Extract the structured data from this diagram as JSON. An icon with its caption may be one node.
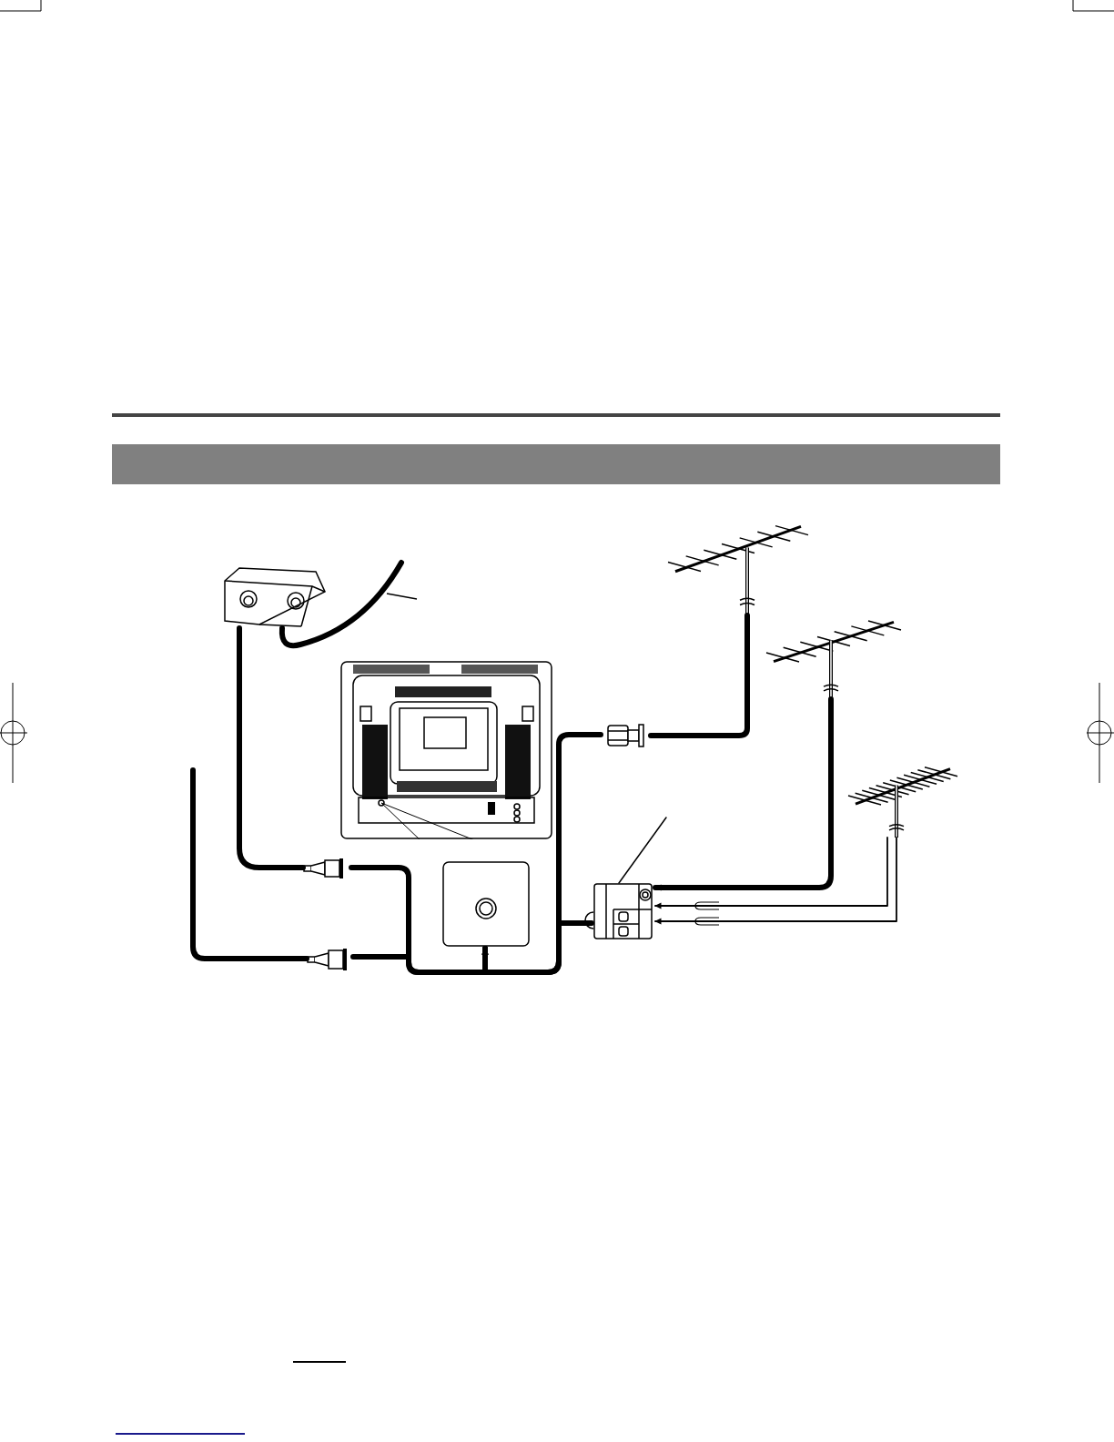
{
  "diagram": {
    "nodes": [
      {
        "text": [],
        "shape": "box"
      },
      {
        "text": [],
        "shape": "picture"
      },
      {
        "text": [],
        "shape": "box"
      },
      {
        "text": [],
        "shape": "picture"
      },
      {
        "text": [],
        "shape": "picture"
      },
      {
        "text": [],
        "shape": "picture"
      },
      {
        "text": [],
        "shape": "box"
      },
      {
        "text": [],
        "shape": "picture"
      },
      {
        "text": [],
        "shape": "picture"
      },
      {
        "text": [],
        "shape": "picture"
      },
      {
        "text": [],
        "shape": "bar"
      }
    ],
    "edges": [
      {
        "from": null,
        "to": 0,
        "arrow": "none"
      },
      {
        "from": 0,
        "to": 3,
        "arrow": "none"
      },
      {
        "from": null,
        "to": 4,
        "arrow": "none"
      },
      {
        "from": 3,
        "to": 2,
        "arrow": "to"
      },
      {
        "from": 4,
        "to": 2,
        "arrow": "to"
      },
      {
        "from": 5,
        "to": 2,
        "arrow": "to"
      },
      {
        "from": 6,
        "to": 2,
        "arrow": "to"
      },
      {
        "from": 7,
        "to": 5,
        "arrow": "none"
      },
      {
        "from": 8,
        "to": 6,
        "arrow": "to"
      },
      {
        "from": 9,
        "to": 6,
        "arrow": "to"
      },
      {
        "from": 9,
        "to": 6,
        "arrow": "to"
      },
      {
        "from": 6,
        "to": null,
        "arrow": "none"
      }
    ]
  }
}
